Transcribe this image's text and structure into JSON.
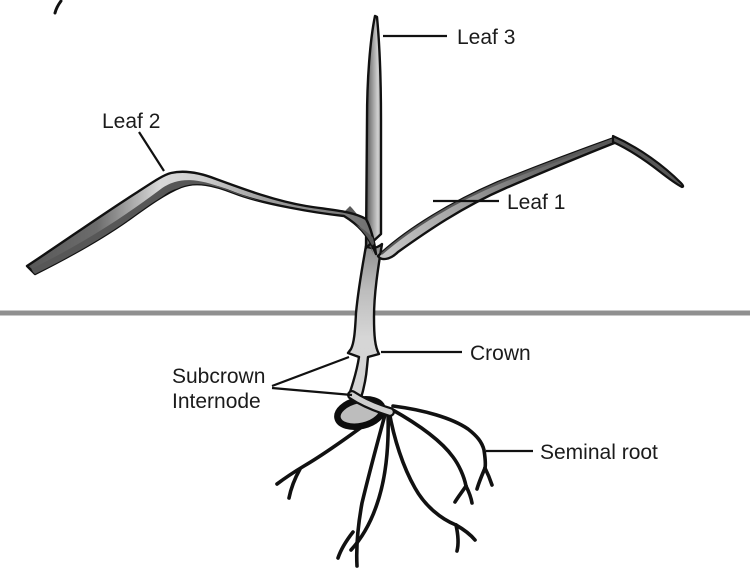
{
  "figure": {
    "kind": "labeled-botanical-diagram",
    "subject": "Grass seedling anatomy: three leaves above a soil line, crown, subcrown internode, seed and seminal roots below ground",
    "background_color": "#ffffff",
    "soil_line_color": "#909090",
    "outline_color": "#111111",
    "label_text_color": "#1b1b1b",
    "leaf_dark_color": "#5a5a5a",
    "leaf_light_color": "#d8d8d8",
    "stem_light_color": "#d6d6d6",
    "seed_fill_color": "#bdbdbd",
    "labels": {
      "leaf3": "Leaf 3",
      "leaf2": "Leaf 2",
      "leaf1": "Leaf 1",
      "crown": "Crown",
      "subcrown_line1": "Subcrown",
      "subcrown_line2": "Internode",
      "seminal_root": "Seminal root"
    }
  }
}
